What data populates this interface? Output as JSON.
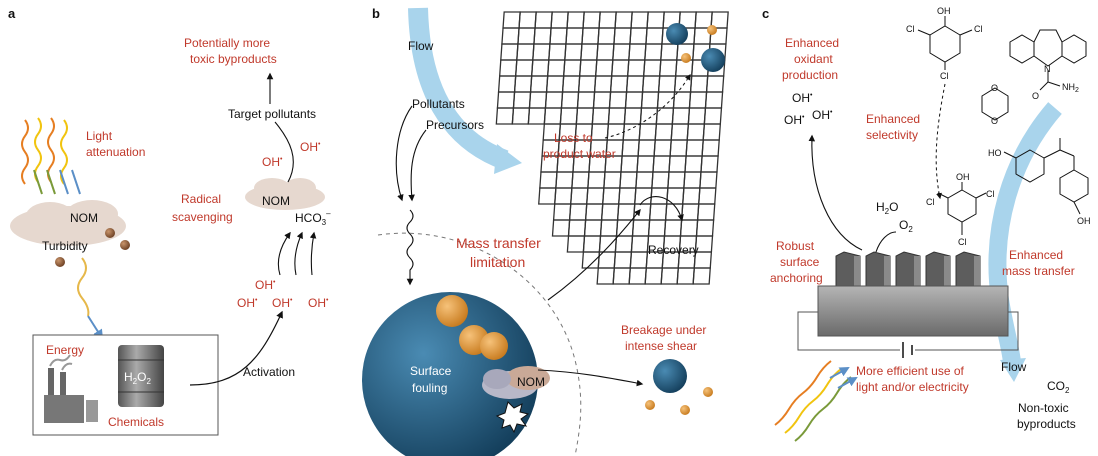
{
  "panel_a": {
    "panel_label": "a",
    "light_attenuation": [
      "Light",
      "attenuation"
    ],
    "nom": "NOM",
    "turbidity": "Turbidity",
    "energy": "Energy",
    "chemicals": "Chemicals",
    "h2o2_barrel": {
      "h": "H",
      "two": "2",
      "o": "O",
      "two2": "2"
    },
    "activation": "Activation",
    "radical_scavenging": [
      "Radical",
      "scavenging"
    ],
    "nom_top": "NOM",
    "hco3": {
      "base": "HCO",
      "sub": "3",
      "sup": "–"
    },
    "target_pollutants": "Target pollutants",
    "toxic_byproducts": [
      "Potentially more",
      "toxic byproducts"
    ],
    "oh": "OH",
    "radical_dot": "•"
  },
  "panel_b": {
    "panel_label": "b",
    "flow": "Flow",
    "pollutants": "Pollutants",
    "precursors": "Precursors",
    "loss": [
      "Loss to",
      "product water"
    ],
    "mass_transfer": [
      "Mass transfer",
      "limitation"
    ],
    "recovery": "Recovery",
    "surface_fouling": [
      "Surface",
      "fouling"
    ],
    "nom": "NOM",
    "breakage": [
      "Breakage under",
      "intense shear"
    ]
  },
  "panel_c": {
    "panel_label": "c",
    "enhanced_oxidant": [
      "Enhanced",
      "oxidant",
      "production"
    ],
    "enhanced_selectivity": [
      "Enhanced",
      "selectivity"
    ],
    "h2o": {
      "h": "H",
      "sub": "2",
      "o": "O"
    },
    "o2": {
      "o": "O",
      "sub": "2"
    },
    "robust": [
      "Robust",
      "surface",
      "anchoring"
    ],
    "enhanced_mass": [
      "Enhanced",
      "mass transfer"
    ],
    "efficient": [
      "More efficient use of",
      "light and/or electricity"
    ],
    "flow": "Flow",
    "co2": {
      "c": "CO",
      "sub": "2"
    },
    "nontoxic": [
      "Non-toxic",
      "byproducts"
    ],
    "oh": "OH",
    "radical_dot": "•",
    "molecule_labels": {
      "oh": "OH",
      "cl": "Cl",
      "nh2": "NH",
      "nh2_sub": "2",
      "n": "N",
      "o": "O",
      "ho": "HO"
    }
  },
  "colors": {
    "red_text": "#c0392b",
    "flow_arrow": "#a9d4ec",
    "sphere_blue": "#1f5f85",
    "particle_orange": "#e89a35",
    "membrane_gray": "#6f6f6f",
    "cloud": "#e6d8cf"
  }
}
